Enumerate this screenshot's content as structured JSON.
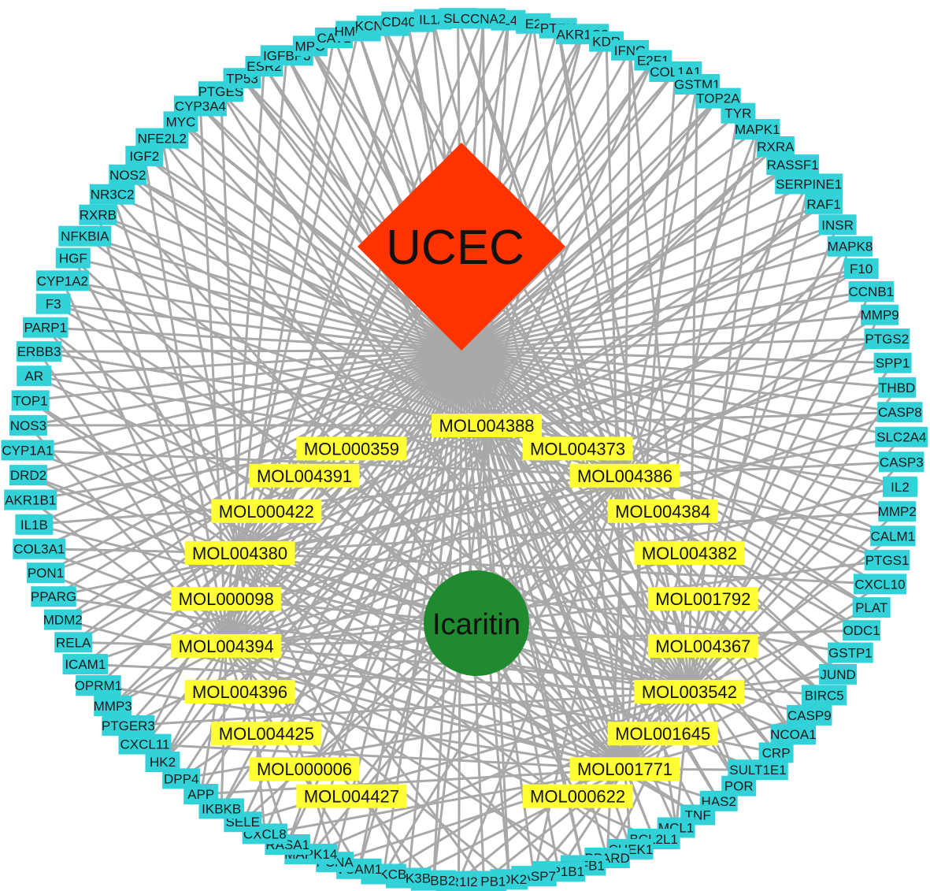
{
  "network": {
    "disease": {
      "label": "UCEC",
      "color": "#ff3300"
    },
    "compound": {
      "label": "Icaritin",
      "color": "#1f8a2e"
    },
    "molecule_color": "#ffff33",
    "target_color": "#33d2d8",
    "edge_color": "#a8a8a8",
    "molecules": [
      "MOL004388",
      "MOL000359",
      "MOL004373",
      "MOL004391",
      "MOL004386",
      "MOL000422",
      "MOL004384",
      "MOL004380",
      "MOL004382",
      "MOL000098",
      "MOL001792",
      "MOL004394",
      "MOL004367",
      "MOL004396",
      "MOL003542",
      "MOL004425",
      "MOL001645",
      "MOL000006",
      "MOL001771",
      "MOL004427",
      "MOL000622"
    ],
    "targets": [
      "IL4",
      "E2",
      "PTEN",
      "AKR1C3",
      "KDR",
      "IFNG",
      "E2F1",
      "COL1A1",
      "GSTM1",
      "TOP2A",
      "TYR",
      "MAPK1",
      "RXRA",
      "RASSF1",
      "SERPINE1",
      "RAF1",
      "INSR",
      "MAPK8",
      "F10",
      "CCNB1",
      "MMP9",
      "PTGS2",
      "SPP1",
      "THBD",
      "CASP8",
      "SLC2A4",
      "CASP3",
      "IL2",
      "MMP2",
      "CALM1",
      "PTGS1",
      "CXCL10",
      "PLAT",
      "ODC1",
      "GSTP1",
      "JUND",
      "BIRC5",
      "CASP9",
      "NCOA1",
      "CRP",
      "SULT1E1",
      "POR",
      "HAS2",
      "TNF",
      "MCL1",
      "BCL2L1",
      "CHEK1",
      "PPARD",
      "TGFB1",
      "CYP1B1",
      "CASP7",
      "CDK2",
      "HSPB1",
      "NR1I2",
      "ERBB2",
      "GSK3B",
      "PRKCB",
      "VCAM1",
      "PCNA",
      "MAPK14",
      "RASA1",
      "CXCL8",
      "SELE",
      "IKBKB",
      "APP",
      "DPP4",
      "HK2",
      "CXCL11",
      "PTGER3",
      "MMP3",
      "OPRM1",
      "ICAM1",
      "RELA",
      "MDM2",
      "PPARG",
      "PON1",
      "COL3A1",
      "IL1B",
      "AKR1B1",
      "DRD2",
      "CYP1A1",
      "NOS3",
      "TOP1",
      "AR",
      "ERBB3",
      "PARP1",
      "F3",
      "CYP1A2",
      "HGF",
      "NFKBIA",
      "RXRB",
      "NR3C2",
      "NOS2",
      "IGF2",
      "NFE2L2",
      "MYC",
      "CYP3A4",
      "PTGES",
      "TP53",
      "ESR2",
      "IGFBP3",
      "MPO",
      "CAV1",
      "HMOX1",
      "KCNMA1",
      "CD40LG",
      "IL1A",
      "SLPI",
      "CCNA2"
    ]
  }
}
